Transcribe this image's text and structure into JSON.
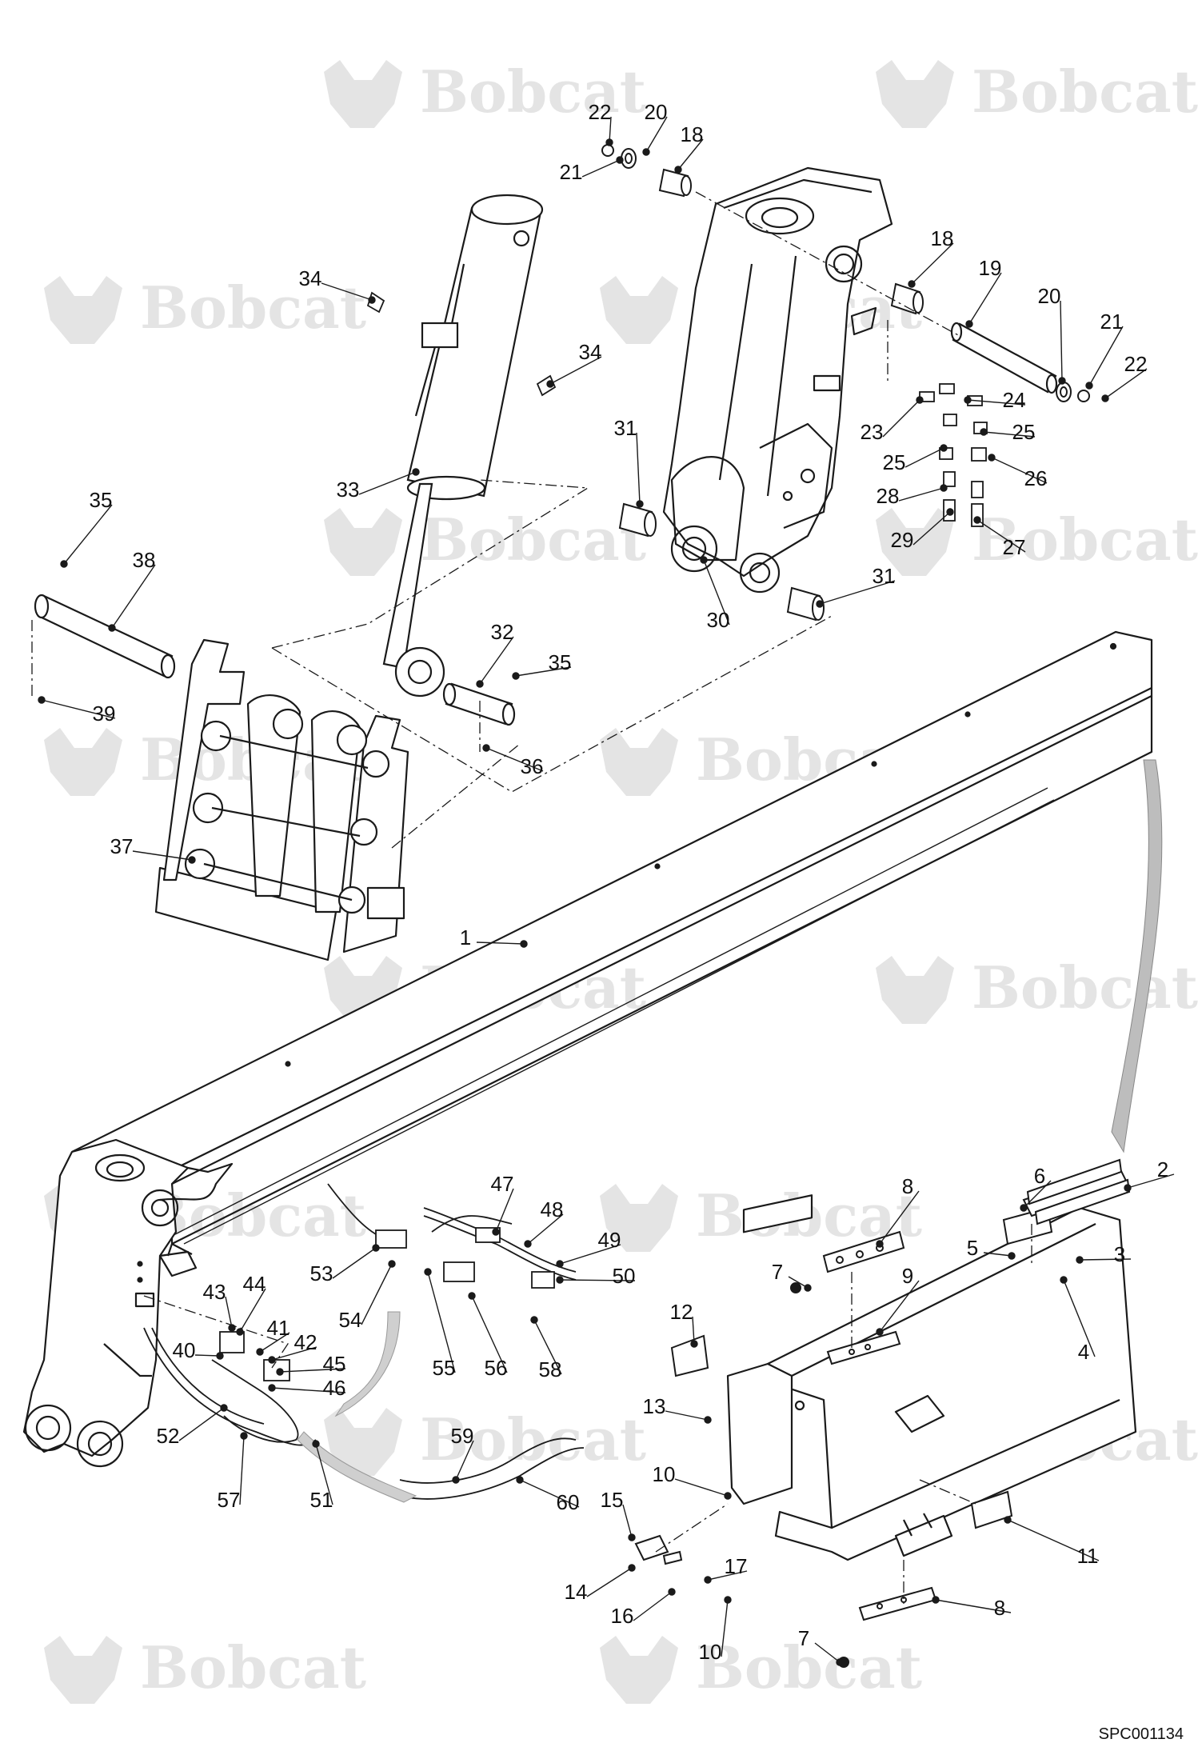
{
  "brand": {
    "watermark_text": "Bobcat",
    "watermark_color": "#e4e4e4",
    "logo_icon": "bobcat-head-icon"
  },
  "diagram": {
    "figure_code": "SPC001134",
    "line_color": "#1a1a1a",
    "callouts": [
      {
        "id": "c22a",
        "label": "22"
      },
      {
        "id": "c20a",
        "label": "20"
      },
      {
        "id": "c18a",
        "label": "18"
      },
      {
        "id": "c21a",
        "label": "21"
      },
      {
        "id": "c18b",
        "label": "18"
      },
      {
        "id": "c19",
        "label": "19"
      },
      {
        "id": "c20b",
        "label": "20"
      },
      {
        "id": "c21b",
        "label": "21"
      },
      {
        "id": "c22b",
        "label": "22"
      },
      {
        "id": "c34a",
        "label": "34"
      },
      {
        "id": "c34b",
        "label": "34"
      },
      {
        "id": "c24",
        "label": "24"
      },
      {
        "id": "c23",
        "label": "23"
      },
      {
        "id": "c25a",
        "label": "25"
      },
      {
        "id": "c25b",
        "label": "25"
      },
      {
        "id": "c26",
        "label": "26"
      },
      {
        "id": "c28",
        "label": "28"
      },
      {
        "id": "c31a",
        "label": "31"
      },
      {
        "id": "c33",
        "label": "33"
      },
      {
        "id": "c29",
        "label": "29"
      },
      {
        "id": "c27",
        "label": "27"
      },
      {
        "id": "c35a",
        "label": "35"
      },
      {
        "id": "c38",
        "label": "38"
      },
      {
        "id": "c31b",
        "label": "31"
      },
      {
        "id": "c30",
        "label": "30"
      },
      {
        "id": "c32",
        "label": "32"
      },
      {
        "id": "c35b",
        "label": "35"
      },
      {
        "id": "c39",
        "label": "39"
      },
      {
        "id": "c36",
        "label": "36"
      },
      {
        "id": "c37",
        "label": "37"
      },
      {
        "id": "c1",
        "label": "1"
      },
      {
        "id": "c6",
        "label": "6"
      },
      {
        "id": "c2",
        "label": "2"
      },
      {
        "id": "c47",
        "label": "47"
      },
      {
        "id": "c8a",
        "label": "8"
      },
      {
        "id": "c48",
        "label": "48"
      },
      {
        "id": "c49",
        "label": "49"
      },
      {
        "id": "c5",
        "label": "5"
      },
      {
        "id": "c3",
        "label": "3"
      },
      {
        "id": "c53",
        "label": "53"
      },
      {
        "id": "c50",
        "label": "50"
      },
      {
        "id": "c7a",
        "label": "7"
      },
      {
        "id": "c9",
        "label": "9"
      },
      {
        "id": "c44",
        "label": "44"
      },
      {
        "id": "c43",
        "label": "43"
      },
      {
        "id": "c54",
        "label": "54"
      },
      {
        "id": "c4",
        "label": "4"
      },
      {
        "id": "c41",
        "label": "41"
      },
      {
        "id": "c42",
        "label": "42"
      },
      {
        "id": "c40",
        "label": "40"
      },
      {
        "id": "c55",
        "label": "55"
      },
      {
        "id": "c56",
        "label": "56"
      },
      {
        "id": "c58",
        "label": "58"
      },
      {
        "id": "c12",
        "label": "12"
      },
      {
        "id": "c45",
        "label": "45"
      },
      {
        "id": "c46",
        "label": "46"
      },
      {
        "id": "c13",
        "label": "13"
      },
      {
        "id": "c52",
        "label": "52"
      },
      {
        "id": "c59",
        "label": "59"
      },
      {
        "id": "c57",
        "label": "57"
      },
      {
        "id": "c51",
        "label": "51"
      },
      {
        "id": "c60",
        "label": "60"
      },
      {
        "id": "c10a",
        "label": "10"
      },
      {
        "id": "c15",
        "label": "15"
      },
      {
        "id": "c11",
        "label": "11"
      },
      {
        "id": "c17",
        "label": "17"
      },
      {
        "id": "c14",
        "label": "14"
      },
      {
        "id": "c16",
        "label": "16"
      },
      {
        "id": "c8b",
        "label": "8"
      },
      {
        "id": "c7b",
        "label": "7"
      },
      {
        "id": "c10b",
        "label": "10"
      }
    ]
  }
}
